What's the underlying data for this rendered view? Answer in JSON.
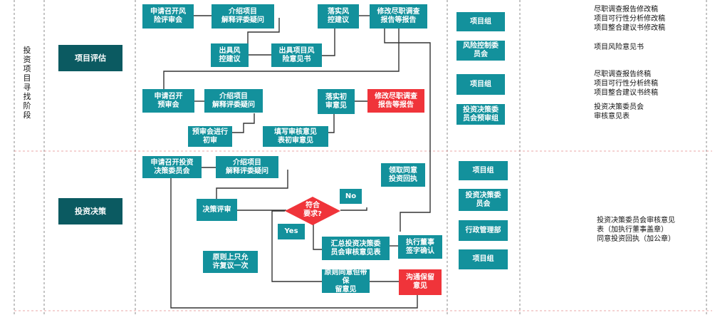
{
  "stage_label": "投\n资\n项\n目\n寻\n找\n阶\n段",
  "phases": {
    "evaluation": "项目评估",
    "decision": "投资决策"
  },
  "evaluation_nodes": {
    "n1": "申请召开风\n险评审会",
    "n2": "介绍项目\n解释评委疑问",
    "n3": "落实风\n控建议",
    "n4": "修改尽职调查\n报告等报告",
    "n5": "出具风\n控建议",
    "n6": "出具项目风\n险意见书",
    "n7": "申请召开\n预审会",
    "n8": "介绍项目\n解释评委疑问",
    "n9": "落实初\n审意见",
    "n10": "修改尽职调查\n报告等报告",
    "n11": "预审会进行\n初审",
    "n12": "填写审核意见\n表初审意见"
  },
  "decision_nodes": {
    "d1": "申请召开投资\n决策委员会",
    "d2": "介绍项目\n解释评委疑问",
    "d3": "决策评审",
    "d4": "领取同意\n投资回执",
    "d5": "汇总投资决策委\n员会审核意见表",
    "d6": "执行董事\n签字确认",
    "d7": "原则上只允\n许复议一次",
    "d8": "原则同意但带保\n留意见",
    "d9": "沟通保留\n意见"
  },
  "decision_diamond": "符合\n要求?",
  "branch_no": "No",
  "branch_yes": "Yes",
  "roles": {
    "r1": "项目组",
    "r2": "风险控制委\n员会",
    "r3": "项目组",
    "r4": "投资决策委\n员会预审组",
    "r5": "项目组",
    "r6": "投资决策委\n员会",
    "r7": "行政管理部",
    "r8": "项目组"
  },
  "outputs": {
    "o1": "尽职调查报告修改稿\n项目可行性分析修改稿\n项目整合建议书修改稿",
    "o2": "项目风险意见书",
    "o3": "尽职调查报告终稿\n项目可行性分析终稿\n项目整合建议书终稿",
    "o4": "投资决策委员会\n审核意见表",
    "o5": "投资决策委员会审核意见\n表（加执行董事盖章）\n同意投资回执（加公章）"
  },
  "colors": {
    "teal": "#13919C",
    "dark_teal": "#0B5A61",
    "red": "#F0343A",
    "divider": "#E8A7A7",
    "grid": "#888888"
  }
}
